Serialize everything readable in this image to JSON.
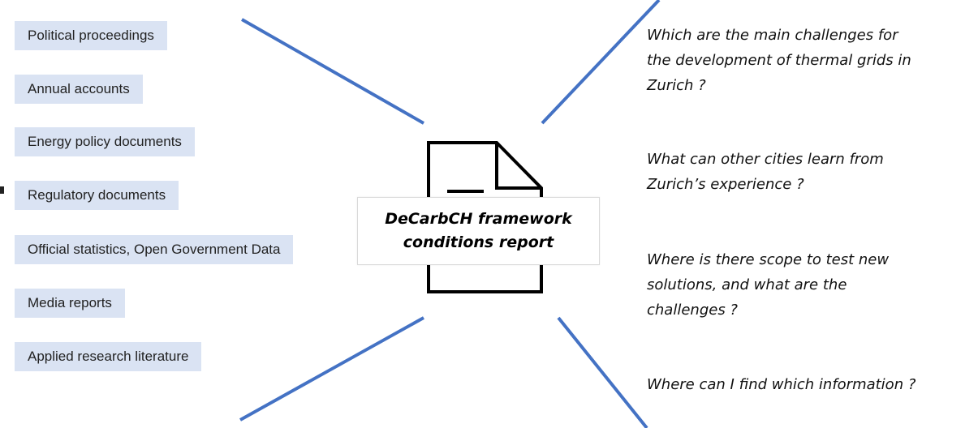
{
  "sources": {
    "items": [
      {
        "label": "Political proceedings"
      },
      {
        "label": "Annual accounts"
      },
      {
        "label": "Energy policy documents"
      },
      {
        "label": "Regulatory documents"
      },
      {
        "label": "Official statistics, Open Government Data"
      },
      {
        "label": "Media reports"
      },
      {
        "label": "Applied research literature"
      }
    ]
  },
  "center": {
    "title": "DeCarbCH framework\nconditions report",
    "icon": "document-icon"
  },
  "questions": {
    "items": [
      {
        "text": "Which are the main challenges for\nthe development of thermal grids in\nZurich ?"
      },
      {
        "text": "What can other cities learn from\nZurich’s experience ?"
      },
      {
        "text": "Where is there scope to test new\nsolutions, and what are the\nchallenges ?"
      },
      {
        "text": "Where can I find which information ?"
      }
    ]
  },
  "colors": {
    "connector": "#4472c4",
    "source_fill": "#dae3f3",
    "icon_stroke": "#000000"
  }
}
